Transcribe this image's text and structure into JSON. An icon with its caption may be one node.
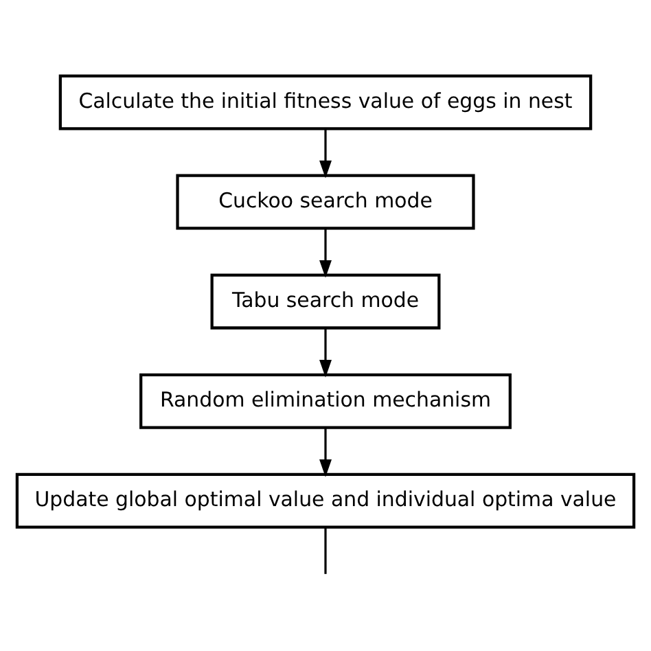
{
  "diagram": {
    "nodes": [
      {
        "text": [
          "Calculate the initial fitness value of eggs in nest"
        ]
      },
      {
        "text": [
          "Cuckoo search mode"
        ]
      },
      {
        "text": [
          "Tabu search mode"
        ]
      },
      {
        "text": [
          "Random elimination mechanism"
        ]
      },
      {
        "text": [
          "Update global optimal value and individual optima value"
        ]
      }
    ],
    "edges": [
      {
        "from": 0,
        "to": 1,
        "arrow": "to"
      },
      {
        "from": 1,
        "to": 2,
        "arrow": "to"
      },
      {
        "from": 2,
        "to": 3,
        "arrow": "to"
      },
      {
        "from": 3,
        "to": 4,
        "arrow": "to"
      },
      {
        "from": 4,
        "to": null,
        "arrow": "none"
      }
    ]
  }
}
